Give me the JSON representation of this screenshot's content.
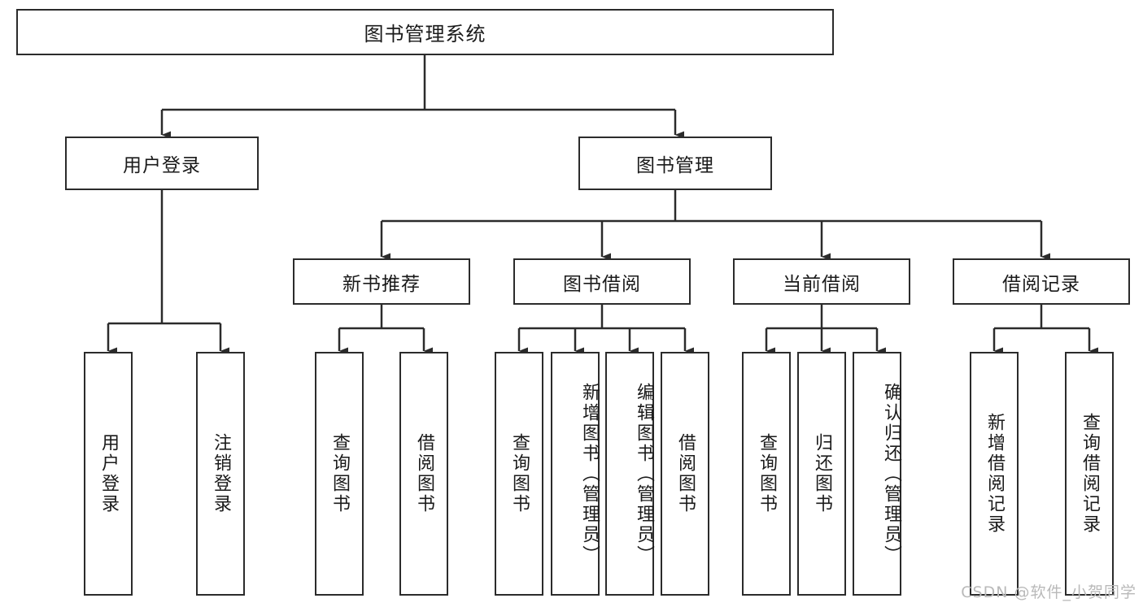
{
  "diagram": {
    "type": "tree-hierarchy",
    "title": "图书管理系统",
    "root": {
      "label": "图书管理系统"
    },
    "level2": [
      {
        "id": "user-login",
        "label": "用户登录"
      },
      {
        "id": "book-manage",
        "label": "图书管理"
      }
    ],
    "level3": [
      {
        "id": "new-book-recommend",
        "label": "新书推荐",
        "parent": "book-manage"
      },
      {
        "id": "book-borrow",
        "label": "图书借阅",
        "parent": "book-manage"
      },
      {
        "id": "current-borrow",
        "label": "当前借阅",
        "parent": "book-manage"
      },
      {
        "id": "borrow-record",
        "label": "借阅记录",
        "parent": "book-manage"
      }
    ],
    "leaves": [
      {
        "id": "leaf-user-login",
        "label": "用户登录",
        "parent": "user-login"
      },
      {
        "id": "leaf-user-logout",
        "label": "注销登录",
        "parent": "user-login"
      },
      {
        "id": "leaf-query-book-1",
        "label": "查询图书",
        "parent": "new-book-recommend"
      },
      {
        "id": "leaf-borrow-book-1",
        "label": "借阅图书",
        "parent": "new-book-recommend"
      },
      {
        "id": "leaf-query-book-2",
        "label": "查询图书",
        "parent": "book-borrow"
      },
      {
        "id": "leaf-add-book",
        "label": "新增图书（管理员）",
        "parent": "book-borrow"
      },
      {
        "id": "leaf-edit-book",
        "label": "编辑图书（管理员）",
        "parent": "book-borrow"
      },
      {
        "id": "leaf-borrow-book-2",
        "label": "借阅图书",
        "parent": "book-borrow"
      },
      {
        "id": "leaf-query-book-3",
        "label": "查询图书",
        "parent": "current-borrow"
      },
      {
        "id": "leaf-return-book",
        "label": "归还图书",
        "parent": "current-borrow"
      },
      {
        "id": "leaf-confirm-return",
        "label": "确认归还（管理员）",
        "parent": "current-borrow"
      },
      {
        "id": "leaf-add-record",
        "label": "新增借阅记录",
        "parent": "borrow-record"
      },
      {
        "id": "leaf-query-record",
        "label": "查询借阅记录",
        "parent": "borrow-record"
      }
    ]
  },
  "watermark": {
    "text": "CSDN @软件_小贺同学"
  },
  "colors": {
    "stroke": "#2b2b2b",
    "fill": "#ffffff",
    "text": "#1a1a1a",
    "watermark": "#b9b9b9"
  }
}
